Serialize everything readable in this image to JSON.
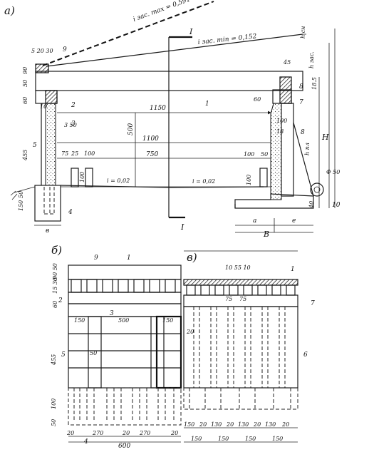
{
  "labels": {
    "view_a": "а)",
    "view_b": "б)",
    "view_v": "в)",
    "section_mark": "I",
    "slope_max": "i зас. max = 0,591",
    "slope_min": "i зас. min = 0,152",
    "h_sn": "h сн",
    "h_zas": "h зас.",
    "H": "H",
    "h_pl": "h пл",
    "B": "B",
    "a": "a",
    "e": "e",
    "i_left": "i = 0,02",
    "i_right": "i = 0,02",
    "pipe_dim": "Ф 50"
  },
  "callouts": [
    "1",
    "2",
    "3",
    "4",
    "5",
    "6",
    "7",
    "8",
    "9",
    "10"
  ],
  "dims_a": {
    "top_small": "5  20  30",
    "d90": "90",
    "d50": "50",
    "d60": "60",
    "d10": "10",
    "d455": "455",
    "d150": "150",
    "d50b": "50",
    "d3_50": "3 50",
    "w1150": "1150",
    "w1100": "1100",
    "h500": "500",
    "d75": "75",
    "d25": "25",
    "d100": "100",
    "w750": "750",
    "d100r": "100",
    "d50r": "50",
    "d100v": "100",
    "d100vr": "100",
    "b": "в",
    "d45": "45",
    "d18_5": "18.5",
    "r60": "60",
    "r100": "100",
    "r18": "18",
    "d40": "40"
  },
  "dims_b": {
    "d9050": "90 50",
    "d1530": "15 30",
    "d60": "60",
    "d150": "150",
    "d500": "500",
    "d150r": "150",
    "d455": "455",
    "d50": "50",
    "d100": "100",
    "d50b": "50",
    "bottom": [
      "20",
      "270",
      "20",
      "270",
      "20"
    ],
    "total": "600"
  },
  "dims_v": {
    "top": "10 55 10",
    "d75a": "75",
    "d75b": "75",
    "d20": "20",
    "row1": [
      "150",
      "20",
      "130",
      "20",
      "130",
      "20",
      "130",
      "20"
    ],
    "row2": [
      "150",
      "150",
      "150",
      "150"
    ]
  }
}
